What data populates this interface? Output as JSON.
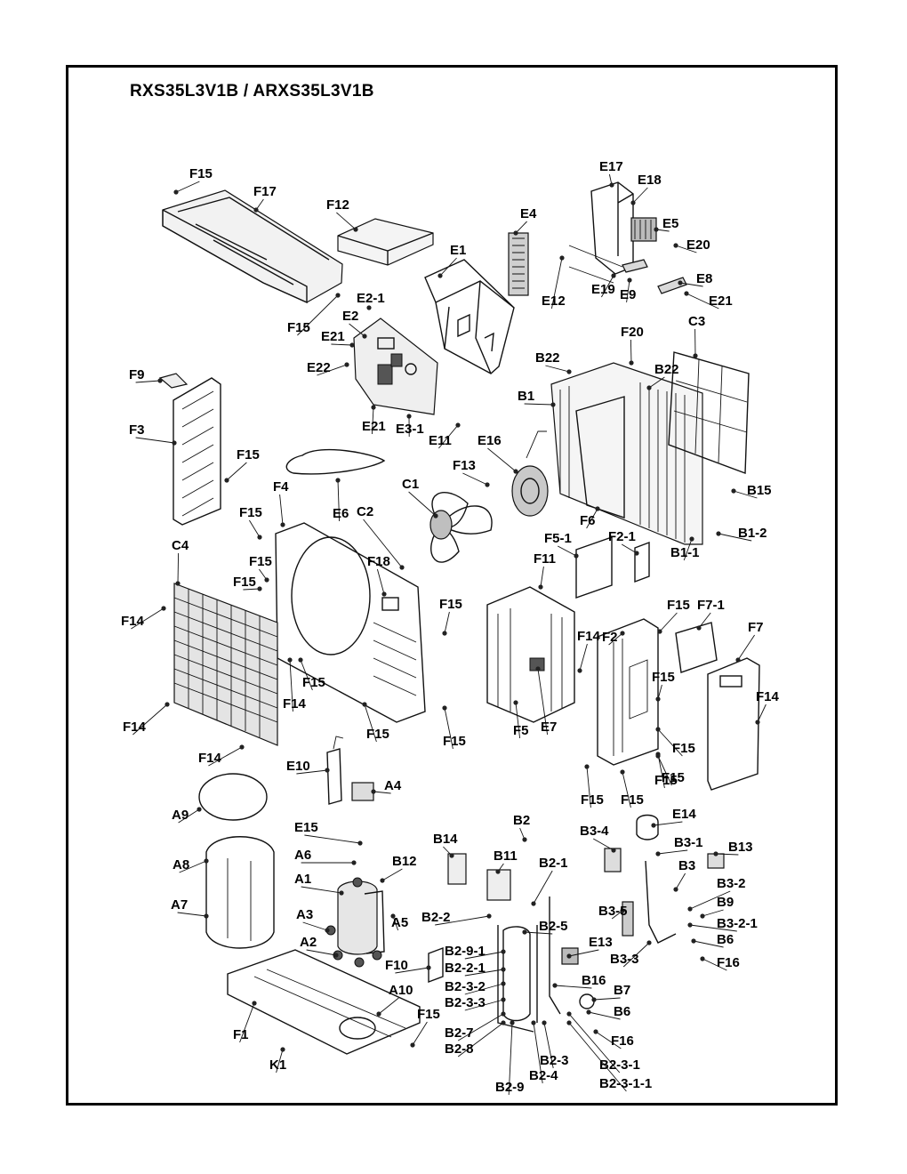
{
  "title": "RXS35L3V1B / ARXS35L3V1B",
  "labels": [
    {
      "id": "F15a",
      "text": "F15"
    },
    {
      "id": "F17",
      "text": "F17"
    },
    {
      "id": "F12",
      "text": "F12"
    },
    {
      "id": "F15b",
      "text": "F15"
    },
    {
      "id": "E2-1",
      "text": "E2-1"
    },
    {
      "id": "E2",
      "text": "E2"
    },
    {
      "id": "E21a",
      "text": "E21"
    },
    {
      "id": "E22",
      "text": "E22"
    },
    {
      "id": "E21b",
      "text": "E21"
    },
    {
      "id": "E3-1",
      "text": "E3-1"
    },
    {
      "id": "E11",
      "text": "E11"
    },
    {
      "id": "E1",
      "text": "E1"
    },
    {
      "id": "E4",
      "text": "E4"
    },
    {
      "id": "E17",
      "text": "E17"
    },
    {
      "id": "E18",
      "text": "E18"
    },
    {
      "id": "E5",
      "text": "E5"
    },
    {
      "id": "E20",
      "text": "E20"
    },
    {
      "id": "E12",
      "text": "E12"
    },
    {
      "id": "E19",
      "text": "E19"
    },
    {
      "id": "E9",
      "text": "E9"
    },
    {
      "id": "E8",
      "text": "E8"
    },
    {
      "id": "E21c",
      "text": "E21"
    },
    {
      "id": "F20",
      "text": "F20"
    },
    {
      "id": "C3",
      "text": "C3"
    },
    {
      "id": "B22a",
      "text": "B22"
    },
    {
      "id": "B22b",
      "text": "B22"
    },
    {
      "id": "B1",
      "text": "B1"
    },
    {
      "id": "F9",
      "text": "F9"
    },
    {
      "id": "F3",
      "text": "F3"
    },
    {
      "id": "F15c",
      "text": "F15"
    },
    {
      "id": "F4",
      "text": "F4"
    },
    {
      "id": "E6",
      "text": "E6"
    },
    {
      "id": "C1",
      "text": "C1"
    },
    {
      "id": "C2",
      "text": "C2"
    },
    {
      "id": "E16",
      "text": "E16"
    },
    {
      "id": "F13",
      "text": "F13"
    },
    {
      "id": "B15",
      "text": "B15"
    },
    {
      "id": "F6",
      "text": "F6"
    },
    {
      "id": "B1-2",
      "text": "B1-2"
    },
    {
      "id": "F15d",
      "text": "F15"
    },
    {
      "id": "C4",
      "text": "C4"
    },
    {
      "id": "F15e",
      "text": "F15"
    },
    {
      "id": "F15f",
      "text": "F15"
    },
    {
      "id": "F18",
      "text": "F18"
    },
    {
      "id": "F5-1",
      "text": "F5-1"
    },
    {
      "id": "F2-1",
      "text": "F2-1"
    },
    {
      "id": "B1-1",
      "text": "B1-1"
    },
    {
      "id": "F11",
      "text": "F11"
    },
    {
      "id": "F14a",
      "text": "F14"
    },
    {
      "id": "F15g",
      "text": "F15"
    },
    {
      "id": "F14b",
      "text": "F14"
    },
    {
      "id": "F2",
      "text": "F2"
    },
    {
      "id": "F15h",
      "text": "F15"
    },
    {
      "id": "F7-1",
      "text": "F7-1"
    },
    {
      "id": "F7",
      "text": "F7"
    },
    {
      "id": "F15i",
      "text": "F15"
    },
    {
      "id": "F14c",
      "text": "F14"
    },
    {
      "id": "F14d",
      "text": "F14"
    },
    {
      "id": "F15j",
      "text": "F15"
    },
    {
      "id": "F15k",
      "text": "F15"
    },
    {
      "id": "F15l",
      "text": "F15"
    },
    {
      "id": "F5",
      "text": "F5"
    },
    {
      "id": "E7",
      "text": "E7"
    },
    {
      "id": "F15m",
      "text": "F15"
    },
    {
      "id": "F15n",
      "text": "F15"
    },
    {
      "id": "F14e",
      "text": "F14"
    },
    {
      "id": "F15o",
      "text": "F15"
    },
    {
      "id": "F15p",
      "text": "F15"
    },
    {
      "id": "F15q",
      "text": "F15"
    },
    {
      "id": "F14f",
      "text": "F14"
    },
    {
      "id": "E10",
      "text": "E10"
    },
    {
      "id": "A4",
      "text": "A4"
    },
    {
      "id": "A9",
      "text": "A9"
    },
    {
      "id": "E15",
      "text": "E15"
    },
    {
      "id": "A6",
      "text": "A6"
    },
    {
      "id": "B12",
      "text": "B12"
    },
    {
      "id": "A8",
      "text": "A8"
    },
    {
      "id": "A1",
      "text": "A1"
    },
    {
      "id": "A7",
      "text": "A7"
    },
    {
      "id": "A3",
      "text": "A3"
    },
    {
      "id": "A5",
      "text": "A5"
    },
    {
      "id": "A2",
      "text": "A2"
    },
    {
      "id": "F10",
      "text": "F10"
    },
    {
      "id": "A10",
      "text": "A10"
    },
    {
      "id": "F15r",
      "text": "F15"
    },
    {
      "id": "F1",
      "text": "F1"
    },
    {
      "id": "K1",
      "text": "K1"
    },
    {
      "id": "B2",
      "text": "B2"
    },
    {
      "id": "B14",
      "text": "B14"
    },
    {
      "id": "B11",
      "text": "B11"
    },
    {
      "id": "B2-1",
      "text": "B2-1"
    },
    {
      "id": "B3-4",
      "text": "B3-4"
    },
    {
      "id": "E14",
      "text": "E14"
    },
    {
      "id": "B3-1",
      "text": "B3-1"
    },
    {
      "id": "B13",
      "text": "B13"
    },
    {
      "id": "B3",
      "text": "B3"
    },
    {
      "id": "B3-2",
      "text": "B3-2"
    },
    {
      "id": "B9",
      "text": "B9"
    },
    {
      "id": "B3-2-1",
      "text": "B3-2-1"
    },
    {
      "id": "B6a",
      "text": "B6"
    },
    {
      "id": "F16a",
      "text": "F16"
    },
    {
      "id": "B2-2",
      "text": "B2-2"
    },
    {
      "id": "B3-5",
      "text": "B3-5"
    },
    {
      "id": "B2-5",
      "text": "B2-5"
    },
    {
      "id": "E13",
      "text": "E13"
    },
    {
      "id": "B3-3",
      "text": "B3-3"
    },
    {
      "id": "B2-9-1",
      "text": "B2-9-1"
    },
    {
      "id": "B2-2-1",
      "text": "B2-2-1"
    },
    {
      "id": "B2-3-2",
      "text": "B2-3-2"
    },
    {
      "id": "B2-3-3",
      "text": "B2-3-3"
    },
    {
      "id": "B16",
      "text": "B16"
    },
    {
      "id": "B7",
      "text": "B7"
    },
    {
      "id": "B6b",
      "text": "B6"
    },
    {
      "id": "B2-7",
      "text": "B2-7"
    },
    {
      "id": "B2-8",
      "text": "B2-8"
    },
    {
      "id": "F16b",
      "text": "F16"
    },
    {
      "id": "B2-3",
      "text": "B2-3"
    },
    {
      "id": "B2-3-1",
      "text": "B2-3-1"
    },
    {
      "id": "B2-3-1-1",
      "text": "B2-3-1-1"
    },
    {
      "id": "B2-9",
      "text": "B2-9"
    },
    {
      "id": "B2-4",
      "text": "B2-4"
    }
  ]
}
